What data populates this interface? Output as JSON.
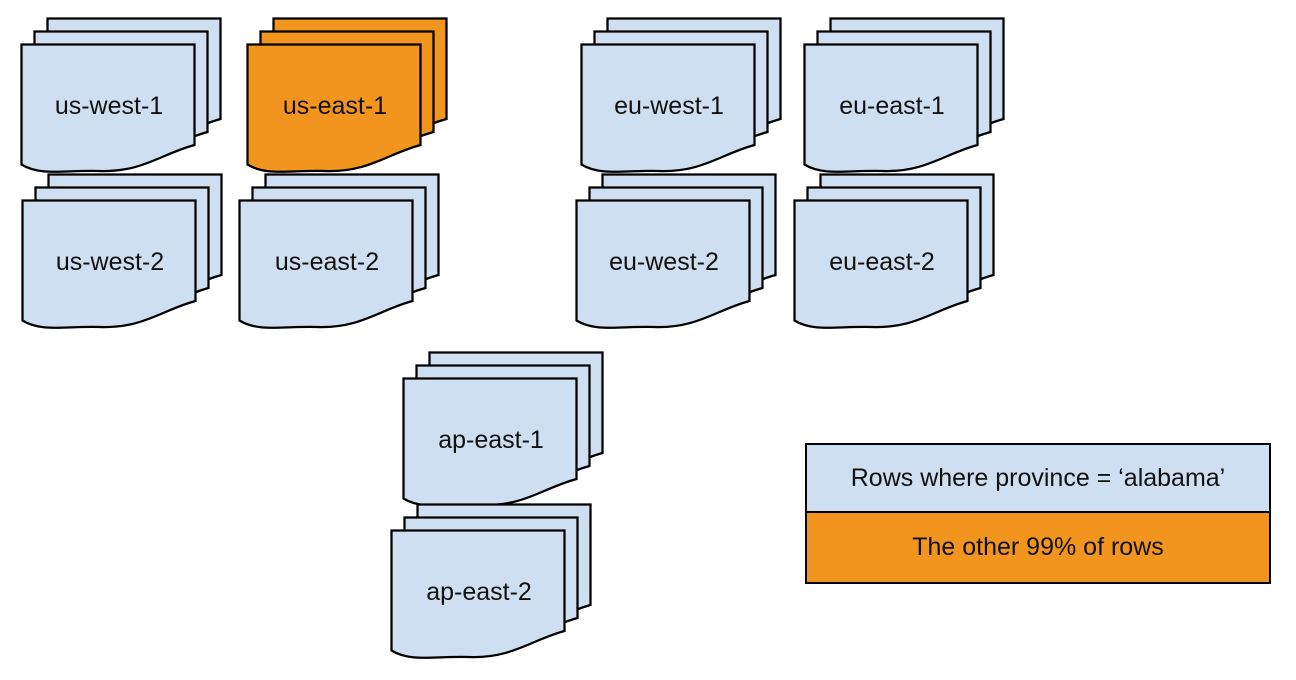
{
  "regions": [
    {
      "label": "us-west-1",
      "highlighted": false
    },
    {
      "label": "us-east-1",
      "highlighted": true
    },
    {
      "label": "eu-west-1",
      "highlighted": false
    },
    {
      "label": "eu-east-1",
      "highlighted": false
    },
    {
      "label": "us-west-2",
      "highlighted": false
    },
    {
      "label": "us-east-2",
      "highlighted": false
    },
    {
      "label": "eu-west-2",
      "highlighted": false
    },
    {
      "label": "eu-east-2",
      "highlighted": false
    },
    {
      "label": "ap-east-1",
      "highlighted": false
    },
    {
      "label": "ap-east-2",
      "highlighted": false
    }
  ],
  "legend": {
    "items": [
      {
        "label": "Rows where province = ‘alabama’",
        "swatch": "light-blue"
      },
      {
        "label": "The other 99% of rows",
        "swatch": "orange"
      }
    ]
  },
  "highlighted_region": "us-east-1",
  "colors": {
    "region_fill": "#cfdff2",
    "highlight_fill": "#f2951f",
    "outline": "#000000",
    "background": "#ffffff"
  }
}
